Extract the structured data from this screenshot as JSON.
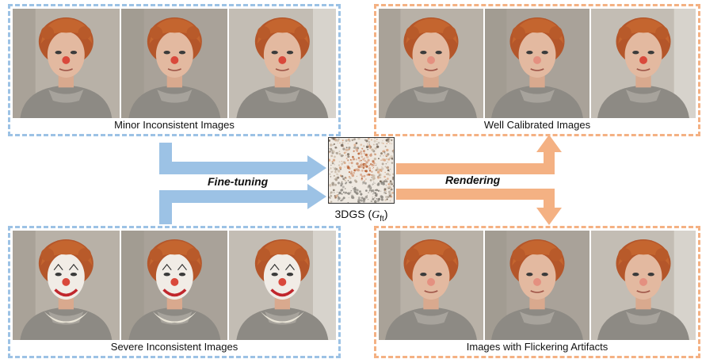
{
  "panels": {
    "top_left": {
      "caption": "Minor Inconsistent Images",
      "photos": [
        {
          "nose": "red",
          "paint": "light"
        },
        {
          "nose": "red",
          "paint": "light"
        },
        {
          "nose": "red",
          "paint": "light"
        }
      ]
    },
    "bottom_left": {
      "caption": "Severe Inconsistent Images",
      "photos": [
        {
          "nose": "red",
          "paint": "clown"
        },
        {
          "nose": "red",
          "paint": "clown"
        },
        {
          "nose": "red",
          "paint": "clown"
        }
      ]
    },
    "top_right": {
      "caption": "Well Calibrated Images",
      "photos": [
        {
          "nose": "pink",
          "paint": "light"
        },
        {
          "nose": "pink",
          "paint": "light"
        },
        {
          "nose": "red",
          "paint": "light"
        }
      ]
    },
    "bottom_right": {
      "caption": "Images with Flickering Artifacts",
      "photos": [
        {
          "nose": "pink",
          "paint": "light"
        },
        {
          "nose": "pink",
          "paint": "light"
        },
        {
          "nose": "pink",
          "paint": "light"
        }
      ]
    }
  },
  "center": {
    "label_main": "3DGS (",
    "label_symbol": "G",
    "label_sub": "ft",
    "label_close": ")"
  },
  "arrows": {
    "left_label": "Fine-tuning",
    "right_label": "Rendering"
  },
  "colors": {
    "blue": "#9cc2e5",
    "orange": "#f4b183"
  }
}
